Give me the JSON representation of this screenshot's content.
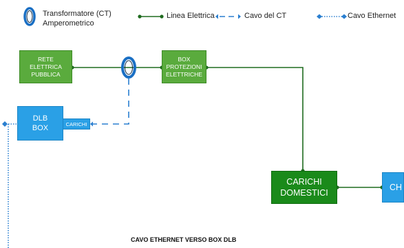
{
  "legend": {
    "ct_line1": "Transformatore (CT)",
    "ct_line2": "Amperometrico",
    "power_line": "Linea Elettrica",
    "ct_cable": "Cavo del CT",
    "ethernet_cable": "Cavo Ethernet"
  },
  "boxes": {
    "grid": "RETE ELETTRICA PUBBLICA",
    "protection": "BOX PROTEZIONI ELETTRICHE",
    "dlb_line1": "DLB",
    "dlb_line2": "BOX",
    "dlb_loads": "CARICHI",
    "domestic": "CARICHI DOMESTICI",
    "charger_partial": "CH"
  },
  "caption": "CAVO ETHERNET VERSO BOX DLB",
  "colors": {
    "box_green": "#5aab3d",
    "box_dark_green": "#1a8a1a",
    "box_blue": "#2aa0e6",
    "power_line": "#1f6b1f",
    "ct_cable": "#2a7fd0",
    "ct_ring": "#1a6fc4"
  }
}
